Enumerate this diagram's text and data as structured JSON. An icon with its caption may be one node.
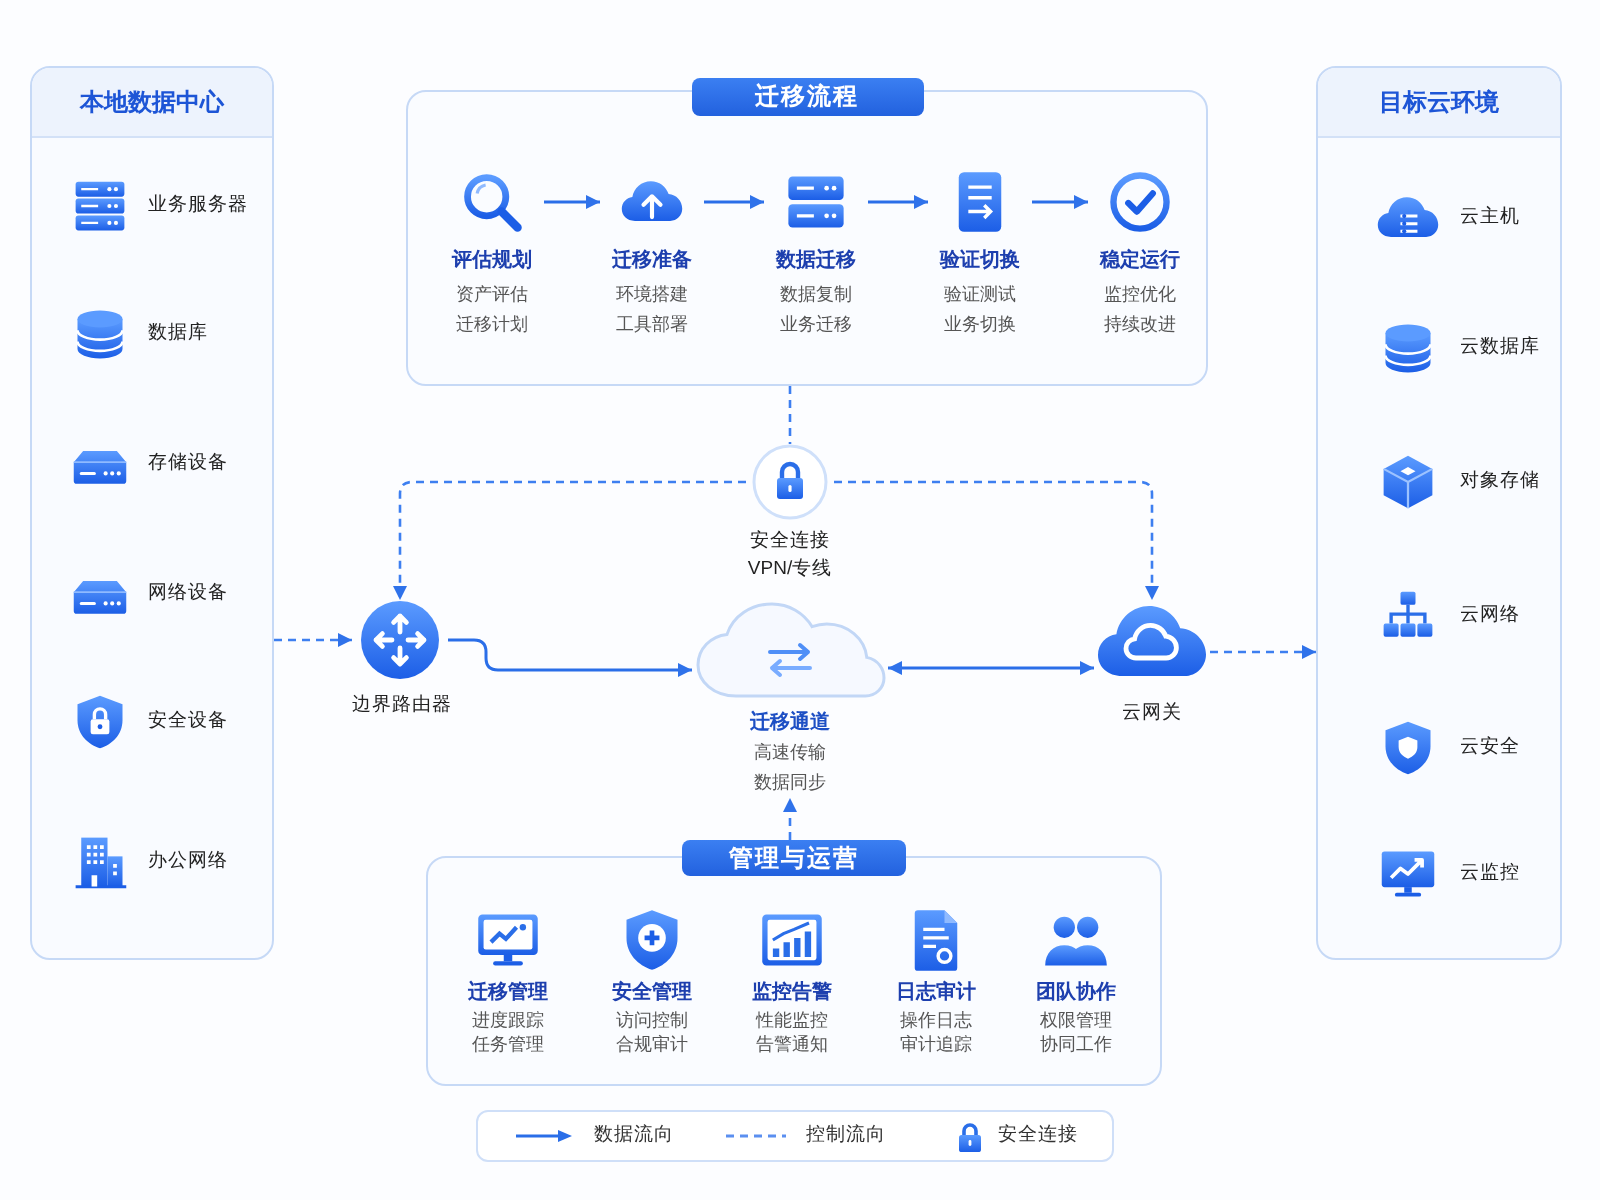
{
  "diagram": {
    "nodes": [
      {
        "text": [
          "本地数据中心"
        ]
      },
      {
        "text": [
          "业务服务器"
        ],
        "in": 0
      },
      {
        "text": [
          "数据库"
        ],
        "in": 0
      },
      {
        "text": [
          "存储设备"
        ],
        "in": 0
      },
      {
        "text": [
          "网络设备"
        ],
        "in": 0
      },
      {
        "text": [
          "安全设备"
        ],
        "in": 0
      },
      {
        "text": [
          "办公网络"
        ],
        "in": 0
      },
      {
        "text": [
          "迁移流程"
        ]
      },
      {
        "text": [
          "评估规划",
          "资产评估",
          "迁移计划"
        ],
        "in": 7
      },
      {
        "text": [
          "迁移准备",
          "环境搭建",
          "工具部署"
        ],
        "in": 7
      },
      {
        "text": [
          "数据迁移",
          "数据复制",
          "业务迁移"
        ],
        "in": 7
      },
      {
        "text": [
          "验证切换",
          "验证测试",
          "业务切换"
        ],
        "in": 7
      },
      {
        "text": [
          "稳定运行",
          "监控优化",
          "持续改进"
        ],
        "in": 7
      },
      {
        "text": [
          "安全连接",
          "VPN/专线"
        ]
      },
      {
        "text": [
          "边界路由器"
        ]
      },
      {
        "text": [
          "迁移通道",
          "高速传输",
          "数据同步"
        ]
      },
      {
        "text": [
          "云网关"
        ]
      },
      {
        "text": [
          "目标云环境"
        ]
      },
      {
        "text": [
          "云主机"
        ],
        "in": 17
      },
      {
        "text": [
          "云数据库"
        ],
        "in": 17
      },
      {
        "text": [
          "对象存储"
        ],
        "in": 17
      },
      {
        "text": [
          "云网络"
        ],
        "in": 17
      },
      {
        "text": [
          "云安全"
        ],
        "in": 17
      },
      {
        "text": [
          "云监控"
        ],
        "in": 17
      },
      {
        "text": [
          "管理与运营"
        ]
      },
      {
        "text": [
          "迁移管理",
          "进度跟踪",
          "任务管理"
        ],
        "in": 24
      },
      {
        "text": [
          "安全管理",
          "访问控制",
          "合规审计"
        ],
        "in": 24
      },
      {
        "text": [
          "监控告警",
          "性能监控",
          "告警通知"
        ],
        "in": 24
      },
      {
        "text": [
          "日志审计",
          "操作日志",
          "审计追踪"
        ],
        "in": 24
      },
      {
        "text": [
          "团队协作",
          "权限管理",
          "协同工作"
        ],
        "in": 24
      }
    ],
    "edges": [
      {
        "from": 8,
        "to": 9,
        "arrow": "to"
      },
      {
        "from": 9,
        "to": 10,
        "arrow": "to"
      },
      {
        "from": 10,
        "to": 11,
        "arrow": "to"
      },
      {
        "from": 11,
        "to": 12,
        "arrow": "to"
      },
      {
        "from": 7,
        "to": 13,
        "arrow": "none",
        "style": "dashed"
      },
      {
        "from": 13,
        "to": 14,
        "arrow": "to",
        "style": "dashed"
      },
      {
        "from": 13,
        "to": 16,
        "arrow": "to",
        "style": "dashed"
      },
      {
        "from": 0,
        "to": 14,
        "arrow": "to",
        "style": "dashed"
      },
      {
        "from": 14,
        "to": 15,
        "arrow": "to"
      },
      {
        "from": 15,
        "to": 16,
        "arrow": "both"
      },
      {
        "from": 16,
        "to": 17,
        "arrow": "to",
        "style": "dashed"
      },
      {
        "from": 24,
        "to": 15,
        "arrow": "to",
        "style": "dashed"
      }
    ],
    "legend": [
      {
        "text": "数据流向"
      },
      {
        "text": "控制流向"
      },
      {
        "text": "安全连接"
      }
    ]
  }
}
